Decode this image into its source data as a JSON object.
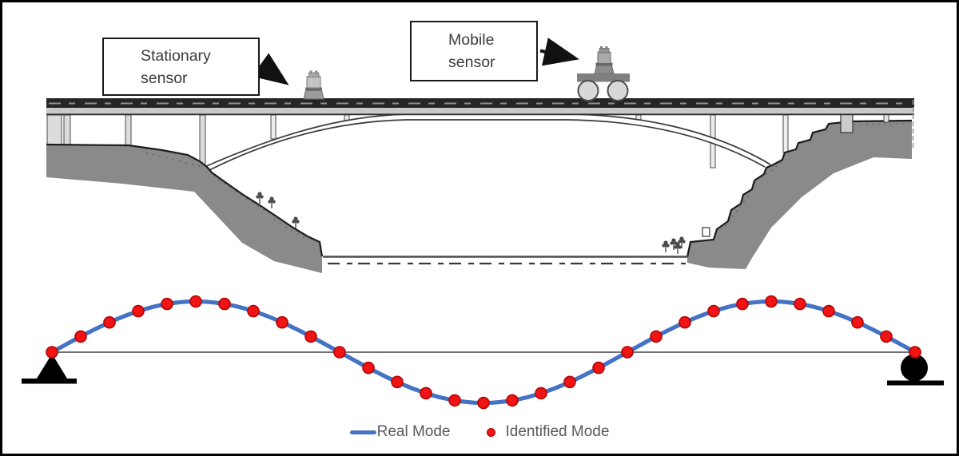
{
  "figure": {
    "callouts": {
      "stationary": {
        "line1": "Stationary",
        "line2": "sensor"
      },
      "mobile": {
        "line1": "Mobile",
        "line2": "sensor"
      }
    },
    "legend": {
      "real_mode": "Real Mode",
      "identified_mode": "Identified Mode"
    },
    "colors": {
      "real_mode_blue": "#4472C4",
      "identified_mode_red": "#F01414",
      "identified_mode_ring": "#B40404",
      "legend_text_gray": "#595959",
      "terrain_gray": "#8A8A8A"
    }
  },
  "chart_data": {
    "type": "line",
    "title": "",
    "description": "Bridge mode shape: 1.5 sine periods between pin (left) and roller (right) supports",
    "periods": 1.5,
    "x_axis": {
      "min": 0,
      "max": 1,
      "label": "",
      "ticks": "none"
    },
    "y_axis": {
      "min": -1,
      "max": 1,
      "label": "",
      "ticks": "none"
    },
    "legend_position": "bottom-center",
    "supports": {
      "left": "pin",
      "right": "roller"
    },
    "series": [
      {
        "name": "Real Mode",
        "type": "line",
        "color": "#4472C4",
        "shape": "y = sin(3*pi*x), x in [0,1]"
      },
      {
        "name": "Identified Mode",
        "type": "scatter",
        "color": "#F01414",
        "points_x": [
          0,
          0.0333,
          0.0667,
          0.1,
          0.1333,
          0.1667,
          0.2,
          0.2333,
          0.2667,
          0.3,
          0.3333,
          0.3667,
          0.4,
          0.4333,
          0.4667,
          0.5,
          0.5333,
          0.5667,
          0.6,
          0.6333,
          0.6667,
          0.7,
          0.7333,
          0.7667,
          0.8,
          0.8333,
          0.8667,
          0.9,
          0.9333,
          0.9667,
          1
        ],
        "points_y": [
          0,
          0.309,
          0.588,
          0.809,
          0.951,
          1,
          0.951,
          0.809,
          0.588,
          0.309,
          0,
          -0.309,
          -0.588,
          -0.809,
          -0.951,
          -1,
          -0.951,
          -0.809,
          -0.588,
          -0.309,
          0,
          0.309,
          0.588,
          0.809,
          0.951,
          1,
          0.951,
          0.809,
          0.588,
          0.309,
          0
        ]
      }
    ]
  }
}
